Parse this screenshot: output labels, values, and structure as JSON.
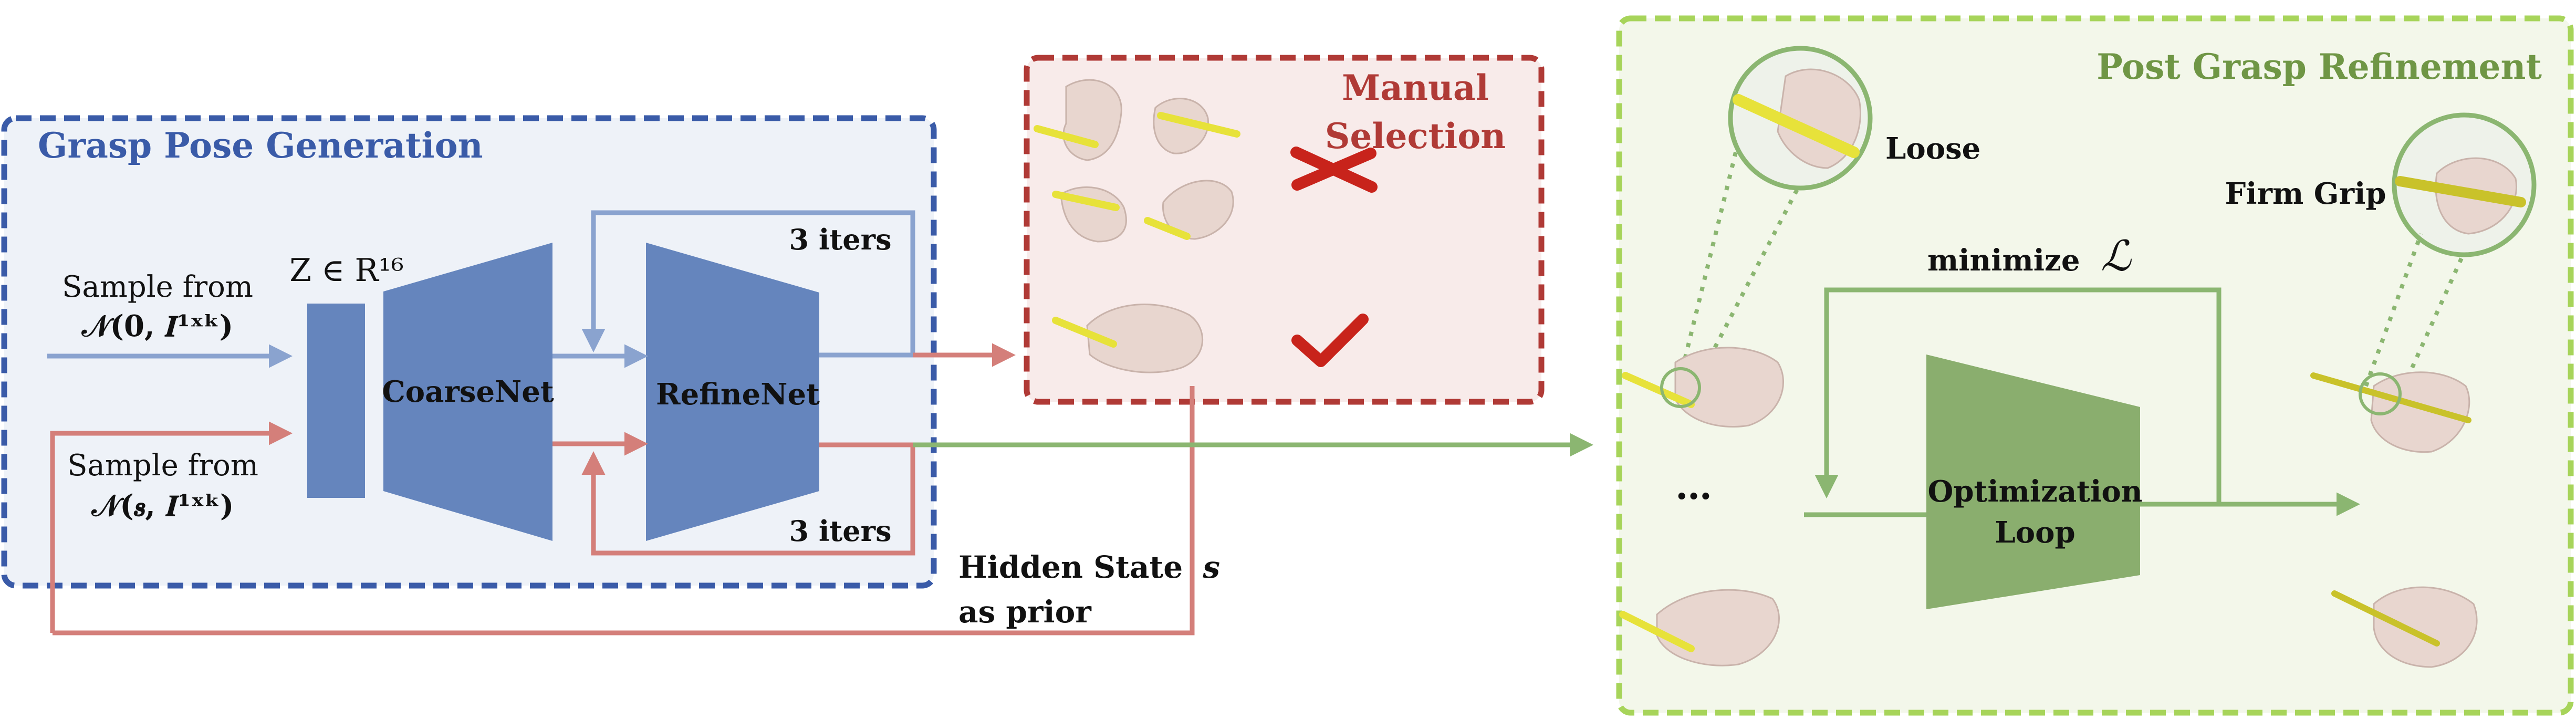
{
  "colors": {
    "blue_panel_border": "#3a5ba8",
    "blue_panel_fill": "#eef2f8",
    "blue_block": "#6585bd",
    "red_panel_border": "#b03a36",
    "red_panel_fill": "#f8ebea",
    "green_panel_border": "#a7d45a",
    "green_panel_fill": "#f3f7ea",
    "green_block": "#8aae6e",
    "blue_arrow": "#8aa3cf",
    "red_arrow": "#d47f7a",
    "green_arrow": "#8bb671",
    "title_blue": "#3a5ba8",
    "title_red": "#b03a36",
    "title_green": "#6f9645",
    "cross_red": "#c8231b",
    "check_red": "#c8231b",
    "hand_skin": "#e8d6cf",
    "pencil_yellow": "#e7e23a"
  },
  "grasp_pose_generation": {
    "title": "Grasp Pose Generation",
    "sample_prior_line1": "Sample from",
    "sample_prior_line2": "𝒩(𝟎, 𝑰¹ˣᵏ)",
    "sample_state_line1": "Sample from",
    "sample_state_line2": "𝒩(𝒔, 𝑰¹ˣᵏ)",
    "latent_label": "Z ∈ R¹⁶",
    "coarsenet_label": "CoarseNet",
    "refinenet_label": "RefineNet",
    "iters_top": "3 iters",
    "iters_bottom": "3 iters"
  },
  "hidden_state": {
    "line1": "Hidden State",
    "symbol": "𝒔",
    "line2": "as prior"
  },
  "manual_selection": {
    "title_line1": "Manual",
    "title_line2": "Selection",
    "reject_icon": "cross-mark",
    "accept_icon": "check-mark"
  },
  "post_grasp_refinement": {
    "title": "Post Grasp Refinement",
    "loose_label": "Loose",
    "firm_grip_label": "Firm Grip",
    "minimize_label": "minimize",
    "loss_symbol": "ℒ",
    "ellipsis": "…",
    "optimization_line1": "Optimization",
    "optimization_line2": "Loop"
  }
}
